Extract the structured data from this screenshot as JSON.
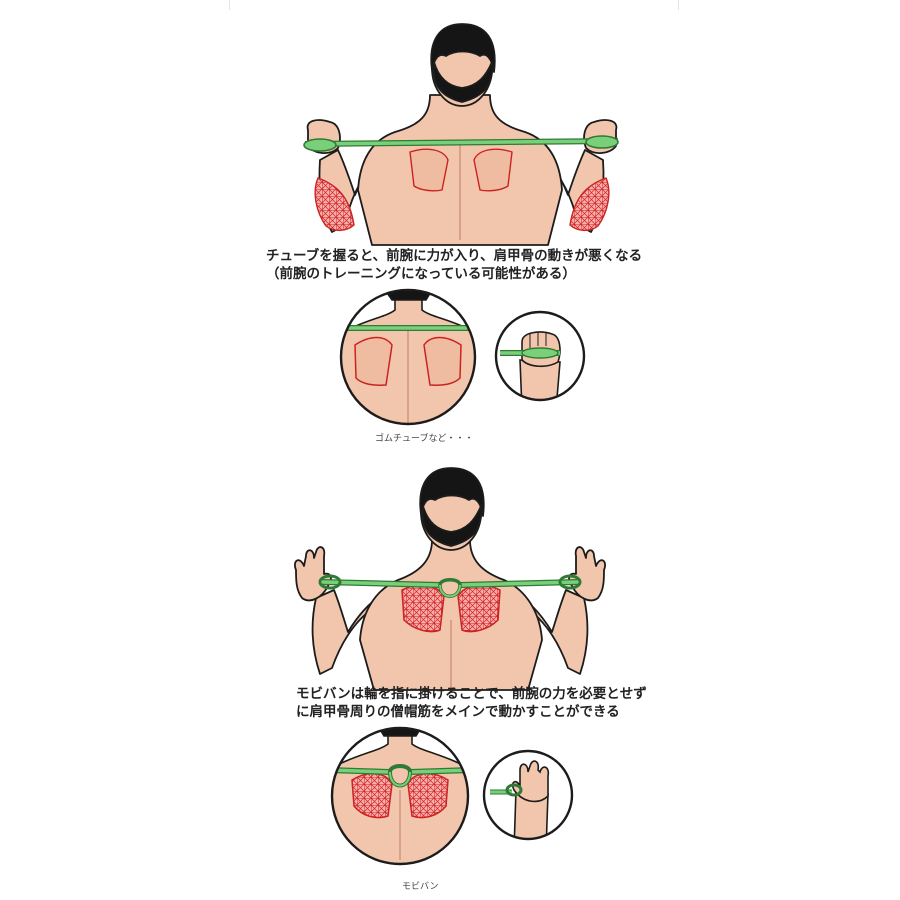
{
  "panel_tube": {
    "caption_line1": "チューブを握ると、前腕に力が入り、肩甲骨の動きが悪くなる",
    "caption_line2": "（前腕のトレーニングになっている可能性がある）",
    "label": "ゴムチューブなど・・・"
  },
  "panel_mobiban": {
    "caption_line1": "モビバンは輪を指に掛けることで、前腕の力を必要とせず",
    "caption_line2": "に肩甲骨周りの僧帽筋をメインで動かすことができる",
    "label": "モビバン"
  },
  "colors": {
    "skin": "#f2c6ac",
    "skin_shade": "#e5ab8e",
    "outline": "#1c1c1c",
    "hair": "#151515",
    "band": "#7ad07a",
    "band_edge": "#2f7a34",
    "muscle_red": "#d3232a",
    "muscle_fill": "#f3a6a0"
  }
}
